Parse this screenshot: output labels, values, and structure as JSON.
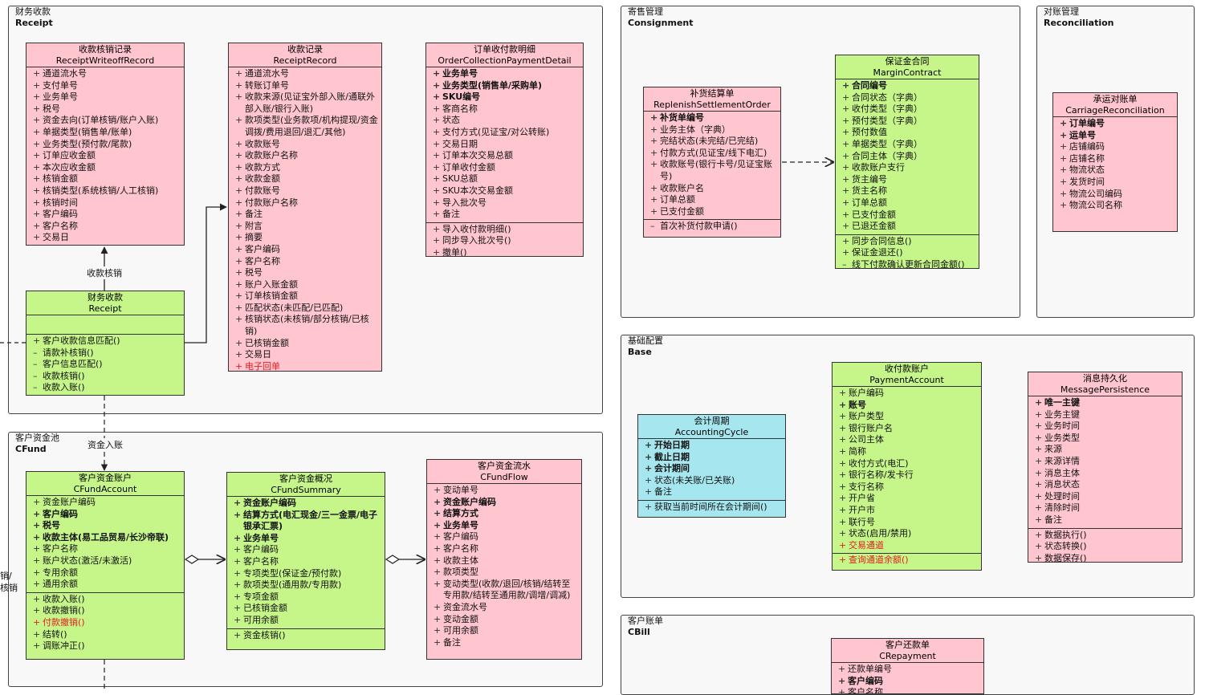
{
  "packages": [
    {
      "key": "receipt",
      "zh": "财务收款",
      "en": "Receipt"
    },
    {
      "key": "consignment",
      "zh": "寄售管理",
      "en": "Consignment"
    },
    {
      "key": "reconciliation",
      "zh": "对账管理",
      "en": "Reconciliation"
    },
    {
      "key": "base",
      "zh": "基础配置",
      "en": "Base"
    },
    {
      "key": "cfund",
      "zh": "客户资金池",
      "en": "CFund"
    },
    {
      "key": "cbill",
      "zh": "客户账单",
      "en": "CBill"
    }
  ],
  "classes": {
    "writeoff": {
      "zh": "收款核销记录",
      "en": "ReceiptWriteoffRecord",
      "color": "pink",
      "attrs": [
        {
          "t": "通道流水号"
        },
        {
          "t": "支付单号"
        },
        {
          "t": "业务单号"
        },
        {
          "t": "税号"
        },
        {
          "t": "资金去向(订单核销/账户入账)"
        },
        {
          "t": "单据类型(销售单/账单)"
        },
        {
          "t": "业务类型(预付款/尾款)"
        },
        {
          "t": "订单应收金额"
        },
        {
          "t": "本次应收金额"
        },
        {
          "t": "核销金额"
        },
        {
          "t": "核销类型(系统核销/人工核销)"
        },
        {
          "t": "核销时间"
        },
        {
          "t": "客户编码"
        },
        {
          "t": "客户名称"
        },
        {
          "t": "交易日"
        }
      ],
      "methods": []
    },
    "record": {
      "zh": "收款记录",
      "en": "ReceiptRecord",
      "color": "pink",
      "attrs": [
        {
          "t": "通道流水号"
        },
        {
          "t": "转账订单号"
        },
        {
          "t": "收款来源(见证宝外部入账/通联外部入账/银行入账)"
        },
        {
          "t": "款项类型(业务款项/机构提现/资金调拨/费用退回/退汇/其他)"
        },
        {
          "t": "收款账号"
        },
        {
          "t": "收款账户名称"
        },
        {
          "t": "收款方式"
        },
        {
          "t": "收款金额"
        },
        {
          "t": "付款账号"
        },
        {
          "t": "付款账户名称"
        },
        {
          "t": "备注"
        },
        {
          "t": "附言"
        },
        {
          "t": "摘要"
        },
        {
          "t": "客户编码"
        },
        {
          "t": "客户名称"
        },
        {
          "t": "税号"
        },
        {
          "t": "账户入账金额"
        },
        {
          "t": "订单核销金额"
        },
        {
          "t": "匹配状态(未匹配/已匹配)"
        },
        {
          "t": "核销状态(未核销/部分核销/已核销)"
        },
        {
          "t": "已核销金额"
        },
        {
          "t": "交易日"
        },
        {
          "t": "电子回单",
          "r": true
        }
      ],
      "methods": []
    },
    "order_detail": {
      "zh": "订单收付款明细",
      "en": "OrderCollectionPaymentDetail",
      "color": "pink",
      "attrs": [
        {
          "t": "业务单号",
          "b": true
        },
        {
          "t": "业务类型(销售单/采购单)",
          "b": true
        },
        {
          "t": "SKU编号",
          "b": true
        },
        {
          "t": "客商名称"
        },
        {
          "t": "状态"
        },
        {
          "t": "支付方式(见证宝/对公转账)"
        },
        {
          "t": "交易日期"
        },
        {
          "t": "订单本次交易总额"
        },
        {
          "t": "订单收付金额"
        },
        {
          "t": "SKU总额"
        },
        {
          "t": "SKU本次交易金额"
        },
        {
          "t": "导入批次号"
        },
        {
          "t": "备注"
        }
      ],
      "methods": [
        {
          "t": "导入收付款明细()"
        },
        {
          "t": "同步导入批次号()"
        },
        {
          "t": "撤单()"
        }
      ]
    },
    "receipt": {
      "zh": "财务收款",
      "en": "Receipt",
      "color": "green",
      "attrs": [],
      "methods": [
        {
          "t": "客户收款信息匹配()"
        },
        {
          "t": "请款补核销()",
          "m": "–"
        },
        {
          "t": "客户信息匹配()",
          "m": "–"
        },
        {
          "t": "收款核销()",
          "m": "–"
        },
        {
          "t": "收款入账()",
          "m": "–"
        }
      ]
    },
    "replenish": {
      "zh": "补货结算单",
      "en": "ReplenishSettlementOrder",
      "color": "pink",
      "attrs": [
        {
          "t": "补货单编号",
          "b": true
        },
        {
          "t": "业务主体（字典）"
        },
        {
          "t": "完结状态(未完结/已完结)"
        },
        {
          "t": "付款方式(见证宝/线下电汇)"
        },
        {
          "t": "收款账号(银行卡号/见证宝账号)"
        },
        {
          "t": "收款账户名"
        },
        {
          "t": "订单总额"
        },
        {
          "t": "已支付金额"
        }
      ],
      "methods": [
        {
          "t": "首次补货付款申请()",
          "m": "–"
        }
      ]
    },
    "margin": {
      "zh": "保证金合同",
      "en": "MarginContract",
      "color": "green",
      "attrs": [
        {
          "t": "合同编号",
          "b": true
        },
        {
          "t": "合同状态（字典）"
        },
        {
          "t": "收付类型（字典）"
        },
        {
          "t": "预付类型（字典）"
        },
        {
          "t": "预付数值"
        },
        {
          "t": "单据类型（字典）"
        },
        {
          "t": "合同主体（字典）"
        },
        {
          "t": "收款账户支行"
        },
        {
          "t": "货主编号"
        },
        {
          "t": "货主名称"
        },
        {
          "t": "订单总额"
        },
        {
          "t": "已支付金额"
        },
        {
          "t": "已退还金额"
        }
      ],
      "methods": [
        {
          "t": "同步合同信息()"
        },
        {
          "t": "保证金退还()"
        },
        {
          "t": "线下付款确认更新合同金额()",
          "m": "–"
        }
      ]
    },
    "carriage": {
      "zh": "承运对账单",
      "en": "CarriageReconciliation",
      "color": "pink",
      "attrs": [
        {
          "t": "订单编号",
          "b": true
        },
        {
          "t": "运单号",
          "b": true
        },
        {
          "t": "店铺编码"
        },
        {
          "t": "店铺名称"
        },
        {
          "t": "物流状态"
        },
        {
          "t": "发货时间"
        },
        {
          "t": "物流公司编码"
        },
        {
          "t": "物流公司名称"
        }
      ],
      "methods": []
    },
    "accounting": {
      "zh": "会计周期",
      "en": "AccountingCycle",
      "color": "cyan",
      "attrs": [
        {
          "t": "开始日期",
          "b": true
        },
        {
          "t": "截止日期",
          "b": true
        },
        {
          "t": "会计期间",
          "b": true
        },
        {
          "t": "状态(未关账/已关账)"
        },
        {
          "t": "备注"
        }
      ],
      "methods": [
        {
          "t": "获取当前时间所在会计期间()"
        }
      ]
    },
    "payment_account": {
      "zh": "收付款账户",
      "en": "PaymentAccount",
      "color": "green",
      "attrs": [
        {
          "t": "账户编码"
        },
        {
          "t": "账号",
          "b": true
        },
        {
          "t": "账户类型"
        },
        {
          "t": "银行账户名"
        },
        {
          "t": "公司主体"
        },
        {
          "t": "简称"
        },
        {
          "t": "收付方式(电汇)"
        },
        {
          "t": "银行名称/发卡行"
        },
        {
          "t": "支行名称"
        },
        {
          "t": "开户省"
        },
        {
          "t": "开户市"
        },
        {
          "t": "联行号"
        },
        {
          "t": "状态(启用/禁用)"
        },
        {
          "t": "交易通道",
          "r": true
        }
      ],
      "methods": [
        {
          "t": "查询通道余额()",
          "r": true
        }
      ]
    },
    "message": {
      "zh": "消息持久化",
      "en": "MessagePersistence",
      "color": "pink",
      "attrs": [
        {
          "t": "唯一主键",
          "b": true
        },
        {
          "t": "业务主键"
        },
        {
          "t": "业务时间"
        },
        {
          "t": "业务类型"
        },
        {
          "t": "来源"
        },
        {
          "t": "来源详情"
        },
        {
          "t": "消息主体"
        },
        {
          "t": "消息状态"
        },
        {
          "t": "处理时间"
        },
        {
          "t": "清除时间"
        },
        {
          "t": "备注"
        }
      ],
      "methods": [
        {
          "t": "数据执行()"
        },
        {
          "t": "状态转换()"
        },
        {
          "t": "数据保存()"
        }
      ]
    },
    "cfund_account": {
      "zh": "客户资金账户",
      "en": "CFundAccount",
      "color": "green",
      "attrs": [
        {
          "t": "资金账户编码"
        },
        {
          "t": "客户编码",
          "b": true
        },
        {
          "t": "税号",
          "b": true
        },
        {
          "t": "收款主体(易工品贸易/长沙帝联)",
          "b": true
        },
        {
          "t": "客户名称"
        },
        {
          "t": "账户状态(激活/未激活)"
        },
        {
          "t": "专用余额"
        },
        {
          "t": "通用余额"
        }
      ],
      "methods": [
        {
          "t": "收款入账()"
        },
        {
          "t": "收款撤销()"
        },
        {
          "t": "付款撤销()",
          "r": true
        },
        {
          "t": "结转()"
        },
        {
          "t": "调账冲正()"
        }
      ]
    },
    "cfund_summary": {
      "zh": "客户资金概况",
      "en": "CFundSummary",
      "color": "green",
      "attrs": [
        {
          "t": "资金账户编码",
          "b": true
        },
        {
          "t": "结算方式(电汇现金/三一金票/电子银承汇票)",
          "b": true
        },
        {
          "t": "业务单号",
          "b": true
        },
        {
          "t": "客户编码"
        },
        {
          "t": "客户名称"
        },
        {
          "t": "专项类型(保证金/预付款)"
        },
        {
          "t": "款项类型(通用款/专用款)"
        },
        {
          "t": "专项金额"
        },
        {
          "t": "已核销金额"
        },
        {
          "t": "可用余额"
        }
      ],
      "methods": [
        {
          "t": "资金核销()"
        }
      ]
    },
    "cfund_flow": {
      "zh": "客户资金流水",
      "en": "CFundFlow",
      "color": "pink",
      "attrs": [
        {
          "t": "变动单号"
        },
        {
          "t": "资金账户编码",
          "b": true
        },
        {
          "t": "结算方式",
          "b": true
        },
        {
          "t": "业务单号",
          "b": true
        },
        {
          "t": "客户编码"
        },
        {
          "t": "客户名称"
        },
        {
          "t": "收款主体"
        },
        {
          "t": "款项类型"
        },
        {
          "t": "变动类型(收款/退回/核销/结转至专用款/结转至通用款/调增/调减)"
        },
        {
          "t": "资金流水号"
        },
        {
          "t": "变动金额"
        },
        {
          "t": "可用余额"
        },
        {
          "t": "备注"
        }
      ],
      "methods": []
    },
    "crepayment": {
      "zh": "客户还款单",
      "en": "CRepayment",
      "color": "pink",
      "attrs": [
        {
          "t": "还款单编号"
        },
        {
          "t": "客户编码",
          "b": true
        },
        {
          "t": "客户名称"
        }
      ],
      "methods": []
    }
  },
  "edge_labels": {
    "receipt_writeoff": "收款核销",
    "fund_in": "资金入账",
    "left_cut_1": "销/",
    "left_cut_2": "核销"
  }
}
